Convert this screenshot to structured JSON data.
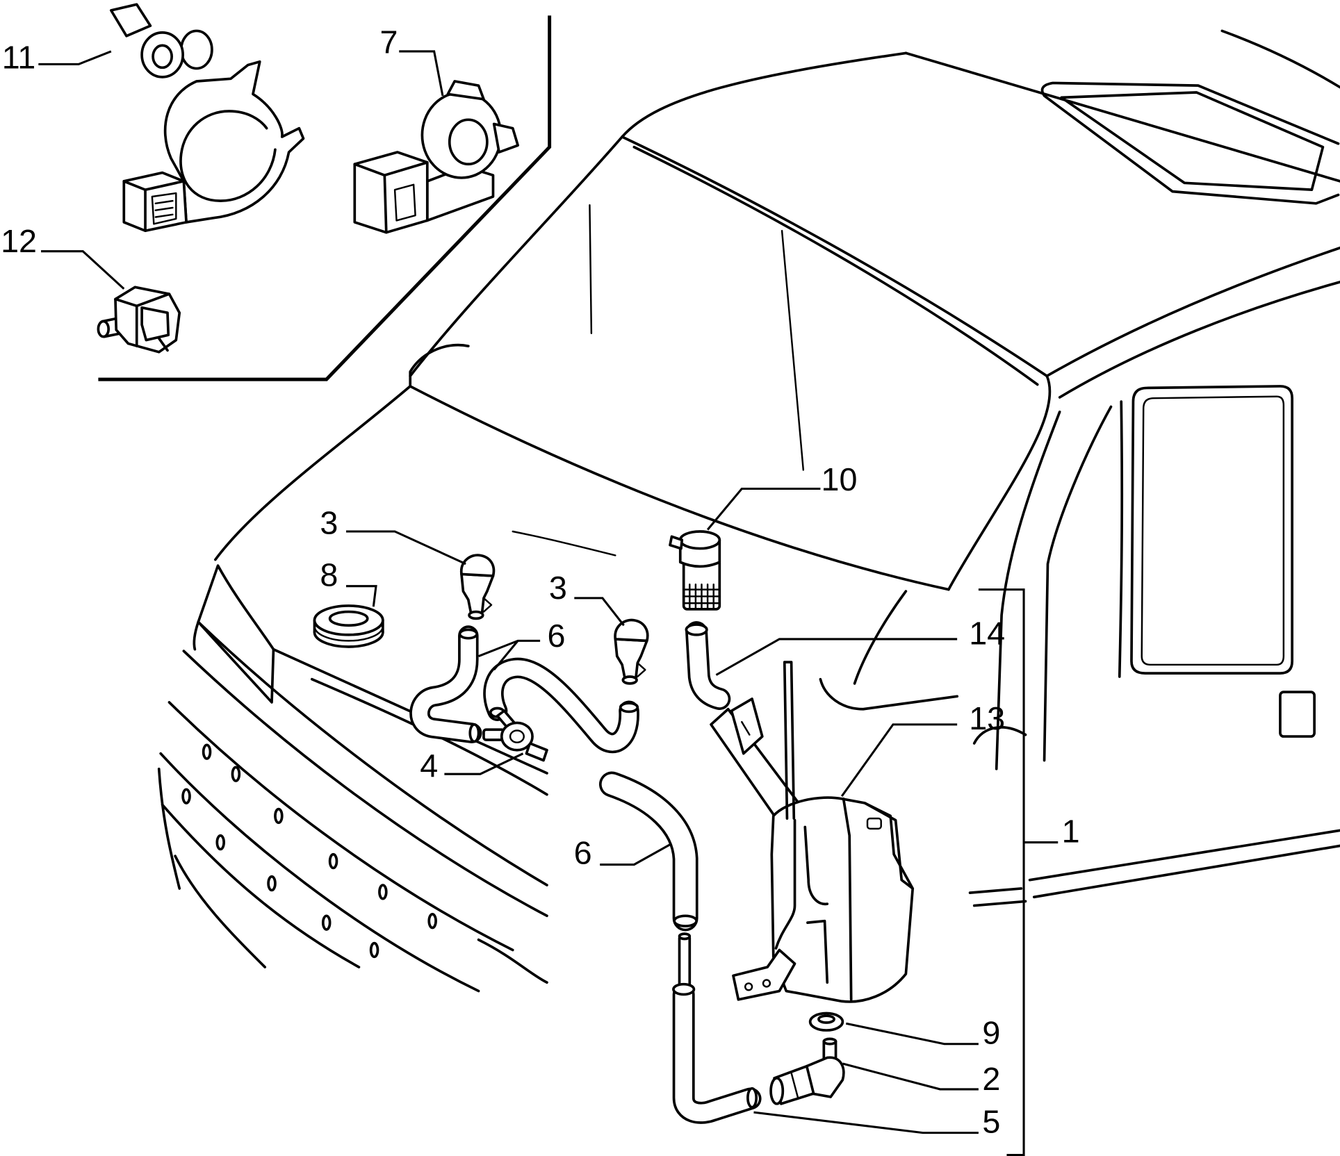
{
  "callouts": {
    "inset": [
      "11",
      "7",
      "12"
    ],
    "main": [
      "10",
      "3",
      "8",
      "3",
      "6",
      "14",
      "13",
      "4",
      "6",
      "1",
      "9",
      "2",
      "5"
    ]
  },
  "colors": {
    "line": "#000000",
    "background": "#ffffff"
  }
}
